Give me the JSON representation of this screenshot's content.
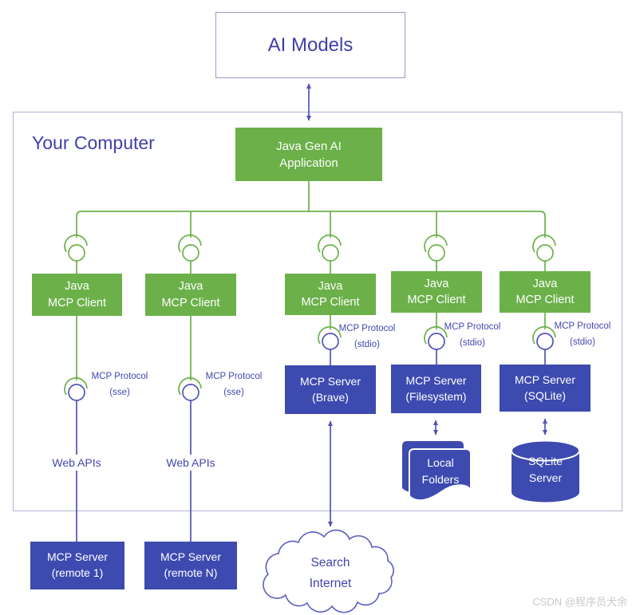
{
  "nodes": {
    "ai_models": "AI Models",
    "your_computer": "Your Computer",
    "app": {
      "line1": "Java Gen AI",
      "line2": "Application"
    },
    "clients": [
      {
        "line1": "Java",
        "line2": "MCP Client"
      },
      {
        "line1": "Java",
        "line2": "MCP Client"
      },
      {
        "line1": "Java",
        "line2": "MCP Client"
      },
      {
        "line1": "Java",
        "line2": "MCP Client"
      },
      {
        "line1": "Java",
        "line2": "MCP Client"
      }
    ],
    "protocol_labels": [
      {
        "line1": "MCP Protocol",
        "line2": "(sse)"
      },
      {
        "line1": "MCP Protocol",
        "line2": "(sse)"
      },
      {
        "line1": "MCP Protocol",
        "line2": "(stdio)"
      },
      {
        "line1": "MCP Protocol",
        "line2": "(stdio)"
      },
      {
        "line1": "MCP Protocol",
        "line2": "(stdio)"
      }
    ],
    "web_apis": [
      "Web APIs",
      "Web APIs"
    ],
    "servers": {
      "brave": {
        "line1": "MCP Server",
        "line2": "(Brave)"
      },
      "filesystem": {
        "line1": "MCP Server",
        "line2": "(Filesystem)"
      },
      "sqlite": {
        "line1": "MCP Server",
        "line2": "(SQLite)"
      },
      "remote1": {
        "line1": "MCP Server",
        "line2": "(remote 1)"
      },
      "remoteN": {
        "line1": "MCP Server",
        "line2": "(remote N)"
      }
    },
    "resources": {
      "local_folders": {
        "line1": "Local",
        "line2": "Folders"
      },
      "sqlite_server": {
        "line1": "SQLite",
        "line2": "Server"
      },
      "search_internet": {
        "line1": "Search",
        "line2": "Internet"
      }
    }
  },
  "watermark": "CSDN @程序员犬余",
  "colors": {
    "green": "#6cb04a",
    "blue_fill": "#3d4ab0",
    "blue_line": "#4f53b8",
    "heading_text": "#413fa7",
    "label_text": "#4347ae",
    "container_border": "#b3b3d1",
    "cloud_stroke": "#5b5fc0",
    "watermark_gray": "#cacaca"
  }
}
